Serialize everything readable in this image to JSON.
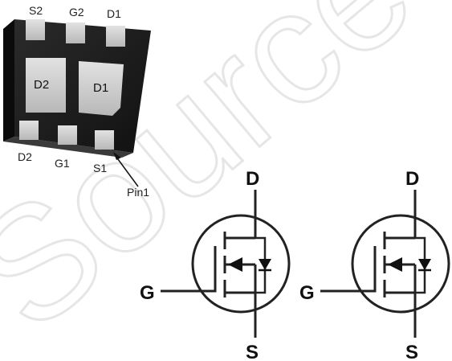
{
  "package": {
    "top_pins": [
      "S2",
      "G2",
      "D1"
    ],
    "bottom_pins": [
      "D2",
      "G1",
      "S1"
    ],
    "pads": [
      "D2",
      "D1"
    ],
    "pin1_label": "Pin1",
    "body_color": "#1e1e1e",
    "pad_color": "#cfcfcf"
  },
  "mosfets": [
    {
      "drain": "D",
      "gate": "G",
      "source": "S"
    },
    {
      "drain": "D",
      "gate": "G",
      "source": "S"
    }
  ],
  "watermark": {
    "text": "SourceTek"
  }
}
